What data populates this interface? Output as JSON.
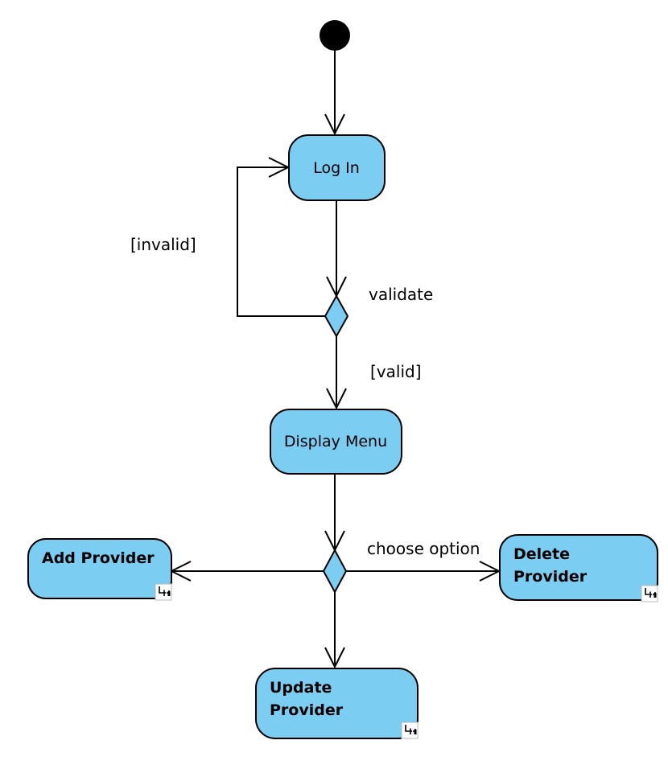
{
  "colors": {
    "node_fill": "#7ccdf2",
    "stroke": "#000000"
  },
  "nodes": {
    "login": {
      "label": "Log In"
    },
    "display_menu": {
      "label": "Display Menu"
    },
    "add_provider": {
      "lines": [
        "Add Provider"
      ]
    },
    "delete_provider": {
      "lines": [
        "Delete",
        "Provider"
      ]
    },
    "update_provider": {
      "lines": [
        "Update",
        "Provider"
      ]
    }
  },
  "labels": {
    "invalid": "[invalid]",
    "validate": "validate",
    "valid": "[valid]",
    "choose_option": "choose option"
  },
  "icons": {
    "subactivity": "call-behavior-icon"
  }
}
